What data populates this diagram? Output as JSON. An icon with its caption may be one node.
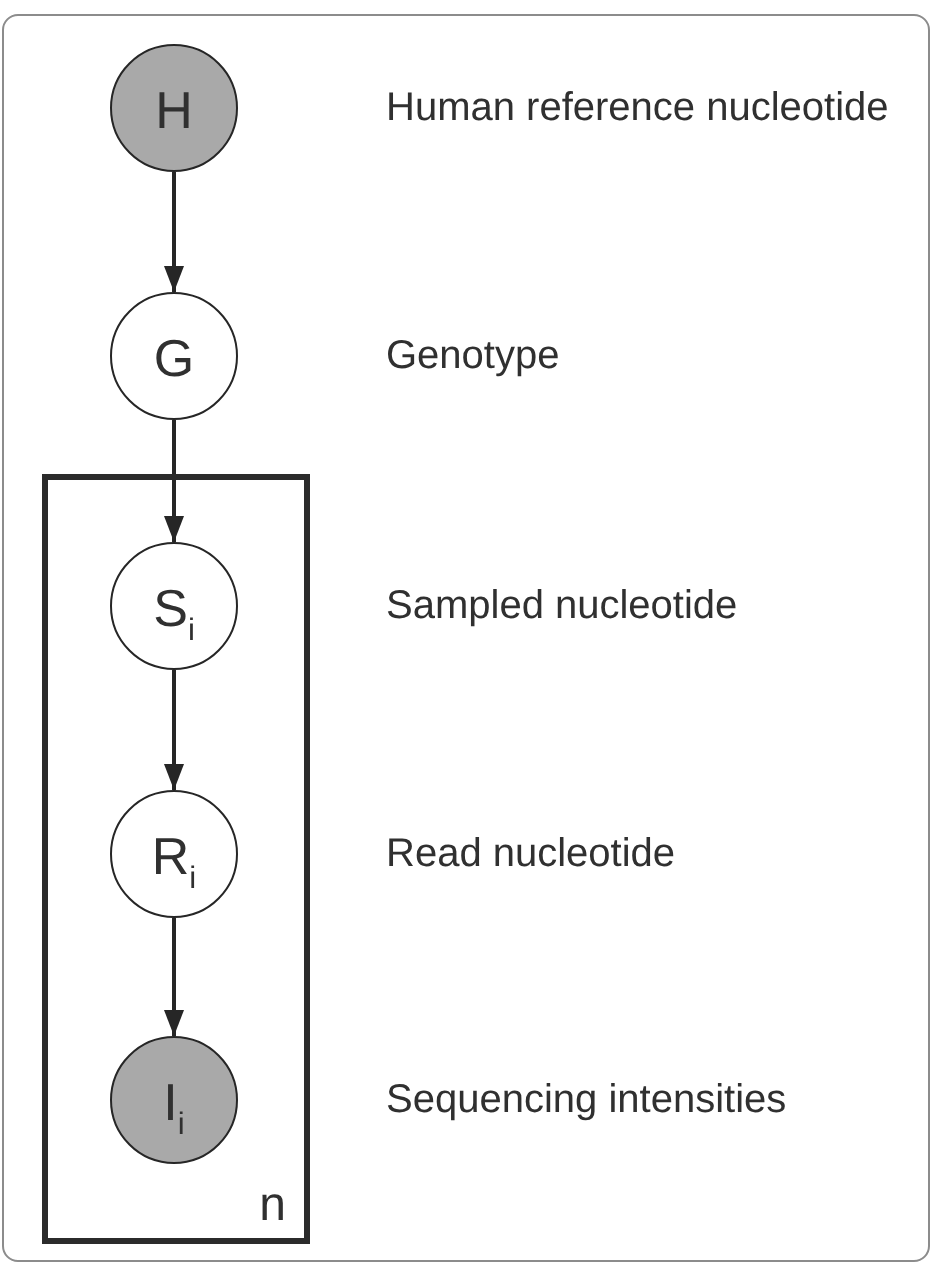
{
  "diagram": {
    "nodes": [
      {
        "text": [
          "H"
        ],
        "beside": [
          "Human reference nucleotide"
        ]
      },
      {
        "text": [
          "G"
        ],
        "beside": [
          "Genotype"
        ]
      },
      {
        "text": [
          "n"
        ]
      },
      {
        "text": [
          "S$_{i}$"
        ],
        "in": 2,
        "beside": [
          "Sampled nucleotide"
        ]
      },
      {
        "text": [
          "R$_{i}$"
        ],
        "in": 2,
        "beside": [
          "Read nucleotide"
        ]
      },
      {
        "text": [
          "I$_{i}$"
        ],
        "in": 2,
        "beside": [
          "Sequencing intensities"
        ]
      }
    ],
    "edges": [
      {
        "from": 0,
        "to": 1,
        "arrow": "to"
      },
      {
        "from": 1,
        "to": 3,
        "arrow": "to"
      },
      {
        "from": 3,
        "to": 4,
        "arrow": "to"
      },
      {
        "from": 4,
        "to": 5,
        "arrow": "to"
      }
    ]
  }
}
